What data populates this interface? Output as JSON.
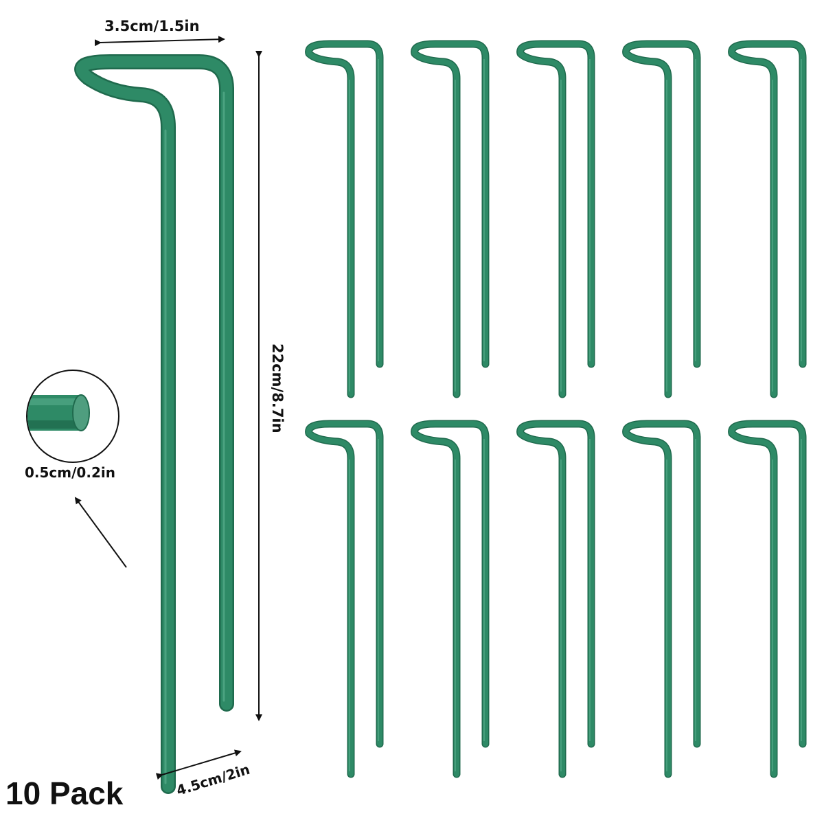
{
  "labels": {
    "width": "3.5cm/1.5in",
    "height": "22cm/8.7in",
    "diameter": "0.5cm/0.2in",
    "length": "4.5cm/2in",
    "pack": "10 Pack"
  },
  "product": {
    "stake_color": "#2e8a66",
    "stake_highlight": "#53a887",
    "stake_shadow": "#1f6a4d",
    "stakes_shown": 10
  }
}
